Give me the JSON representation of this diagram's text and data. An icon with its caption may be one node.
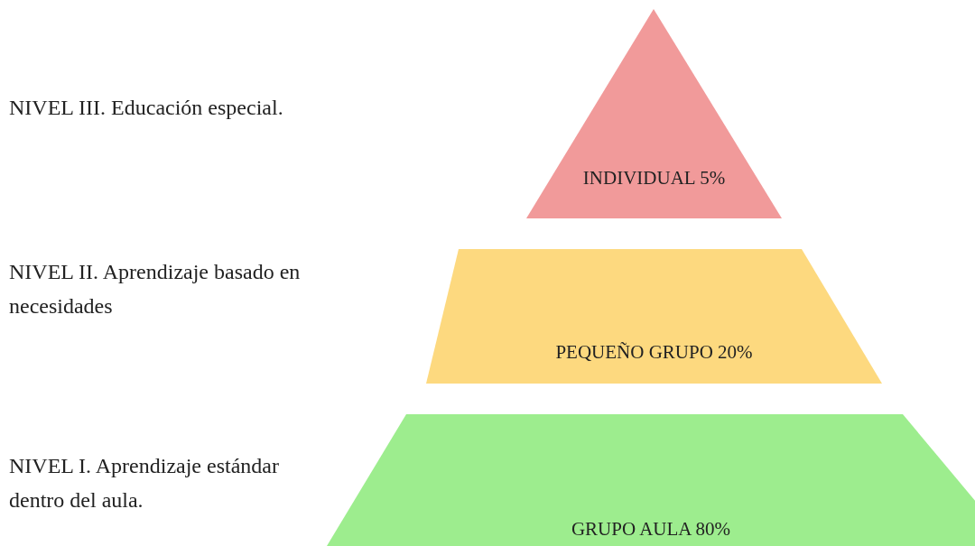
{
  "diagram": {
    "nodes": [
      {
        "text": [
          "INDIVIDUAL 5%"
        ]
      },
      {
        "text": [
          "PEQUEÑO GRUPO 20%"
        ]
      },
      {
        "text": [
          "GRUPO AULA 80%"
        ]
      }
    ],
    "labels": [
      "NIVEL III. Educación especial.",
      "NIVEL II. Aprendizaje basado en necesidades",
      "NIVEL I. Aprendizaje estándar dentro del aula."
    ]
  }
}
